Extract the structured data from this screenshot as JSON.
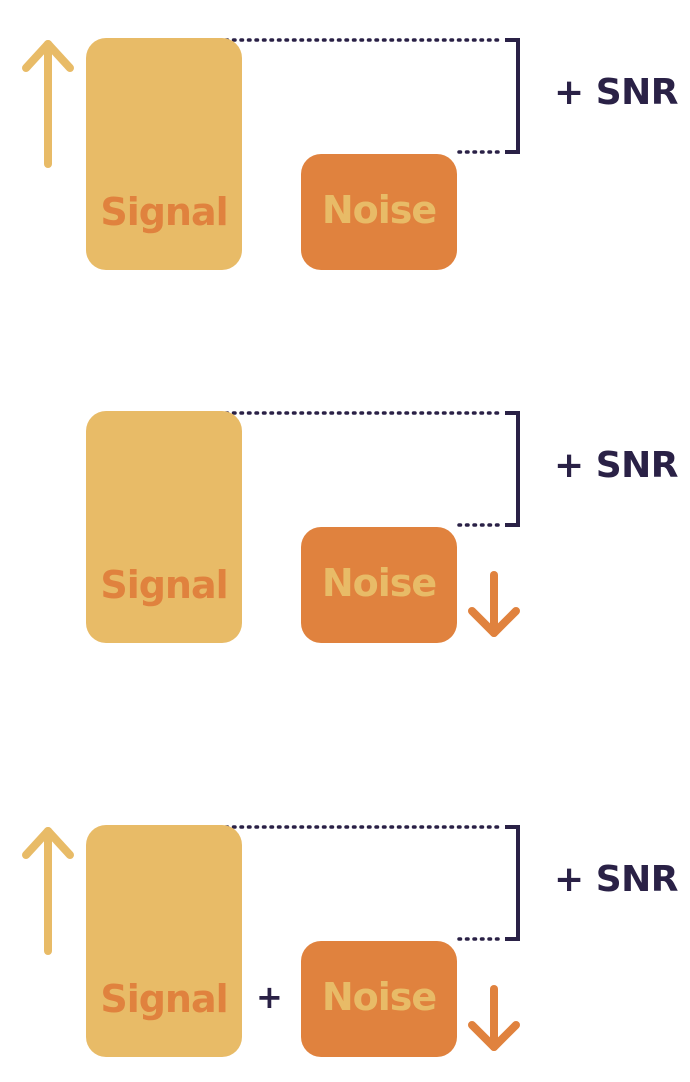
{
  "colors": {
    "signal": "#e8bb67",
    "noise": "#e0823e",
    "ink": "#2a2146"
  },
  "panels": [
    {
      "signal_label": "Signal",
      "noise_label": "Noise",
      "snr_label": "+ SNR",
      "signal_arrow": "up-arrow-icon",
      "noise_arrow": null,
      "combiner": null
    },
    {
      "signal_label": "Signal",
      "noise_label": "Noise",
      "snr_label": "+ SNR",
      "signal_arrow": null,
      "noise_arrow": "down-arrow-icon",
      "combiner": null
    },
    {
      "signal_label": "Signal",
      "noise_label": "Noise",
      "snr_label": "+ SNR",
      "signal_arrow": "up-arrow-icon",
      "noise_arrow": "down-arrow-icon",
      "combiner": "+"
    }
  ]
}
